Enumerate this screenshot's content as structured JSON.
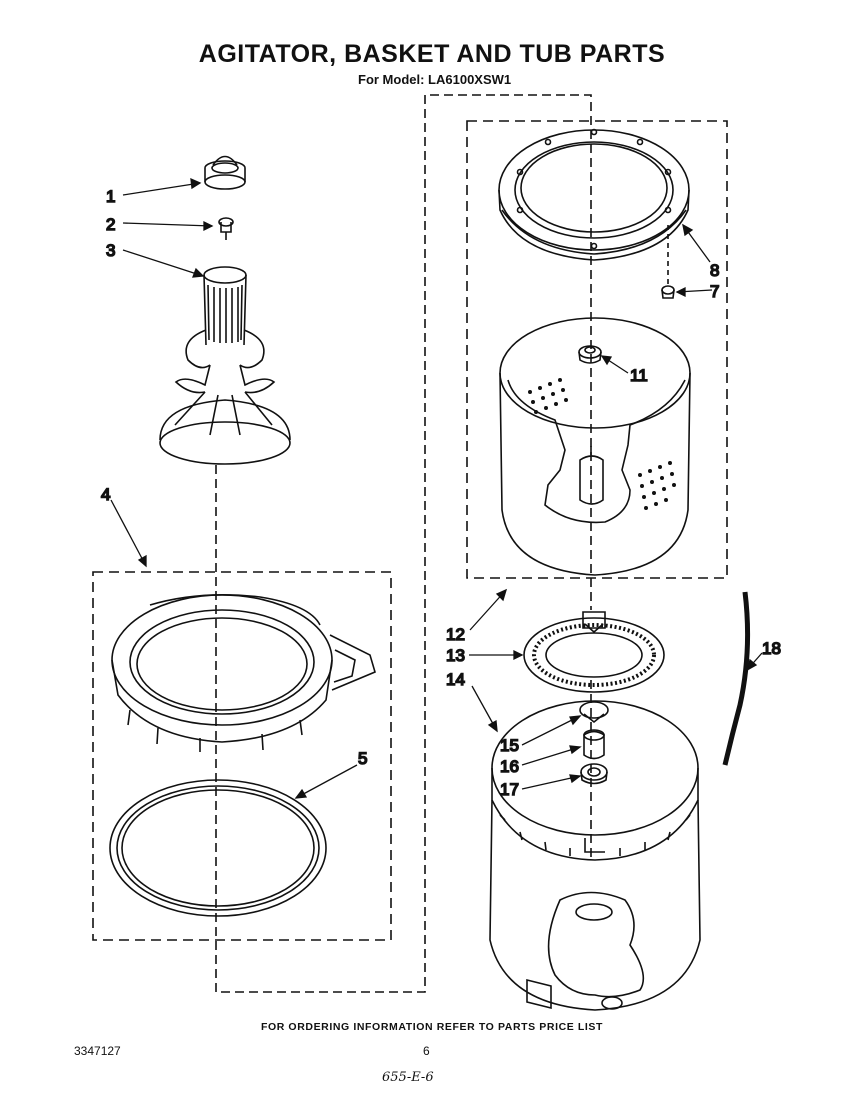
{
  "diagram": {
    "title": "AGITATOR, BASKET AND TUB PARTS",
    "model_line": "For Model: LA6100XSW1",
    "footer_note": "FOR ORDERING INFORMATION REFER TO PARTS PRICE LIST",
    "document_number": "3347127",
    "page_number": "6",
    "handwritten_note": "655-E-6",
    "callouts": [
      "1",
      "2",
      "3",
      "4",
      "5",
      "7",
      "8",
      "11",
      "12",
      "13",
      "14",
      "15",
      "16",
      "17",
      "18"
    ]
  }
}
